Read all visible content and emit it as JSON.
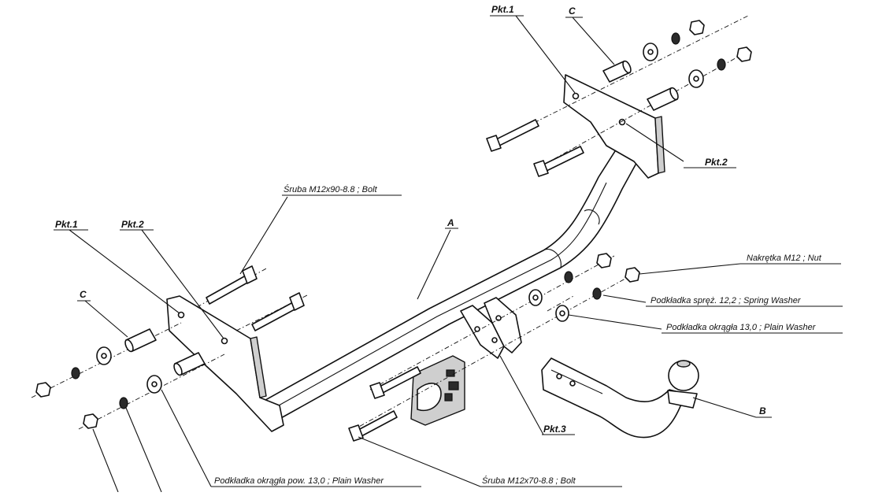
{
  "labels": {
    "pkt1_top": "Pkt.1",
    "c_top": "C",
    "pkt2_right": "Pkt.2",
    "bolt_m12x90": "Śruba M12x90-8.8 ;  Bolt",
    "a": "A",
    "pkt1_left": "Pkt.1",
    "pkt2_left": "Pkt.2",
    "c_left": "C",
    "nut_m12": "Nakrętka  M12 ; Nut",
    "spring_washer": "Podkładka spręż. 12,2 ; Spring Washer",
    "plain_washer_13": "Podkładka okrągła 13,0 ; Plain Washer",
    "b": "B",
    "pkt3": "Pkt.3",
    "plain_washer_pow": "Podkładka okrągła pow. 13,0 ; Plain Washer",
    "bolt_m12x70": "Śruba M12x70-8.8 ;  Bolt"
  }
}
